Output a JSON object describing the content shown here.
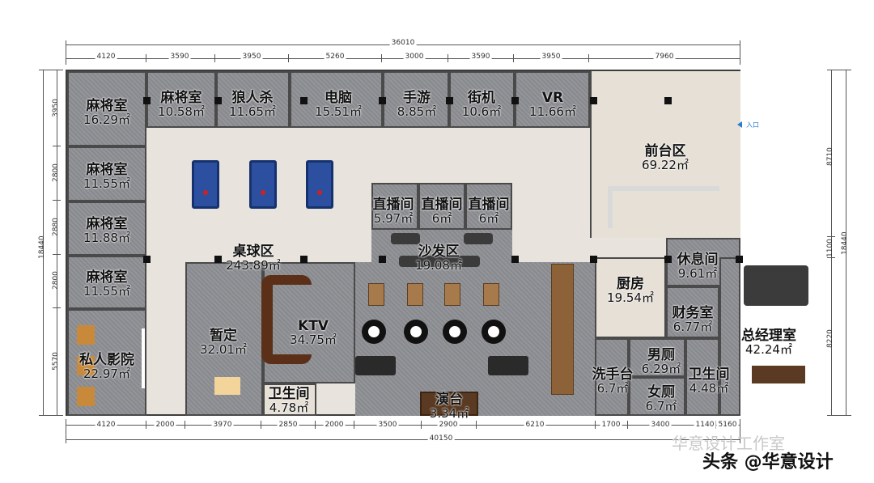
{
  "dimensions": {
    "top_total": "36010",
    "top": [
      "4120",
      "3590",
      "3950",
      "5260",
      "3000",
      "3590",
      "3950",
      "7960"
    ],
    "bottom_total": "40150",
    "bottom": [
      "4120",
      "2000",
      "3970",
      "2850",
      "2000",
      "3500",
      "2900",
      "6210",
      "1700",
      "3400",
      "1140",
      "5160"
    ],
    "left_total": "18440",
    "left": [
      "3950",
      "2800",
      "2880",
      "2800",
      "5570"
    ],
    "right_total": "18440",
    "right": [
      "8710",
      "1100",
      "8220"
    ]
  },
  "rooms": {
    "mj1": {
      "name": "麻将室",
      "area": "16.29㎡"
    },
    "mj2": {
      "name": "麻将室",
      "area": "10.58㎡"
    },
    "langrensha": {
      "name": "狼人杀",
      "area": "11.65㎡"
    },
    "diannao": {
      "name": "电脑",
      "area": "15.51㎡"
    },
    "shouyou": {
      "name": "手游",
      "area": "8.85㎡"
    },
    "jieji": {
      "name": "街机",
      "area": "10.6㎡"
    },
    "vr": {
      "name": "VR",
      "area": "11.66㎡"
    },
    "qiantai": {
      "name": "前台区",
      "area": "69.22㎡"
    },
    "mj3": {
      "name": "麻将室",
      "area": "11.55㎡"
    },
    "mj4": {
      "name": "麻将室",
      "area": "11.88㎡"
    },
    "mj5": {
      "name": "麻将室",
      "area": "11.55㎡"
    },
    "zhibo1": {
      "name": "直播间",
      "area": "5.97㎡"
    },
    "zhibo2": {
      "name": "直播间",
      "area": "6㎡"
    },
    "zhibo3": {
      "name": "直播间",
      "area": "6㎡"
    },
    "shafa": {
      "name": "沙发区",
      "area": "19.08㎡"
    },
    "zhuoqiu": {
      "name": "桌球区",
      "area": "243.89㎡"
    },
    "xiuxi": {
      "name": "休息间",
      "area": "9.61㎡"
    },
    "chufang": {
      "name": "厨房",
      "area": "19.54㎡"
    },
    "caiwu": {
      "name": "财务室",
      "area": "6.77㎡"
    },
    "zongjingli": {
      "name": "总经理室",
      "area": "42.24㎡"
    },
    "yingyuan": {
      "name": "私人影院",
      "area": "22.97㎡"
    },
    "zanding": {
      "name": "暂定",
      "area": "32.01㎡"
    },
    "ktv": {
      "name": "KTV",
      "area": "34.75㎡"
    },
    "weisheng1": {
      "name": "卫生间",
      "area": "4.78㎡"
    },
    "yantai": {
      "name": "演台",
      "area": "3.34㎡"
    },
    "xishou": {
      "name": "洗手台",
      "area": "6.7㎡"
    },
    "nance": {
      "name": "男厕",
      "area": "6.29㎡"
    },
    "weisheng2": {
      "name": "卫生间",
      "area": "4.48㎡"
    },
    "nvce": {
      "name": "女厕",
      "area": "6.7㎡"
    }
  },
  "entrance": "入口",
  "watermark": "头条 @华意设计",
  "watermark_faint": "华意设计工作室",
  "colors": {
    "carpet": "#8d8f94",
    "floor": "#e8e3dc",
    "pool": "#2c4fa0",
    "wall": "#3d3d3d"
  }
}
